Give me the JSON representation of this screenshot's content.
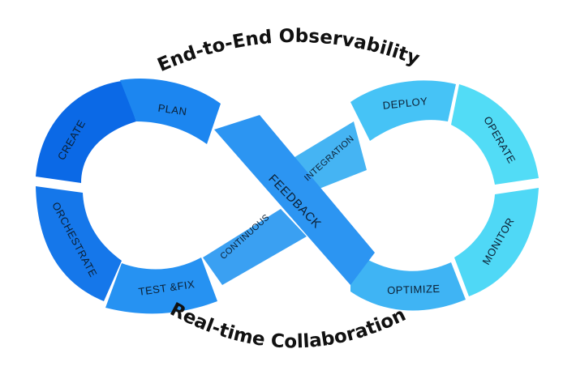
{
  "title_top": "End-to-End Observability",
  "title_bottom": "Real-time Collaboration",
  "segments": {
    "plan": "PLAN",
    "create": "CREATE",
    "orchestrate": "ORCHESTRATE",
    "test_fix": "TEST &FIX",
    "deploy": "DEPLOY",
    "operate": "OPERATE",
    "monitor": "MONITOR",
    "optimize": "OPTIMIZE"
  },
  "bands": {
    "integration": "INTEGRATION",
    "continuous": "CONTINUOUS",
    "feedback": "FEEDBACK"
  },
  "colors": {
    "create": "#0b69e6",
    "plan": "#1c86f0",
    "orchestrate": "#1577ea",
    "test_fix": "#2692f2",
    "feedback": "#2c95f2",
    "band_left": "#3aa0f2",
    "band_right": "#45b4f3",
    "deploy": "#46c3f6",
    "operate": "#52dcf6",
    "monitor": "#4fd8f6",
    "optimize": "#3fb4f4"
  }
}
